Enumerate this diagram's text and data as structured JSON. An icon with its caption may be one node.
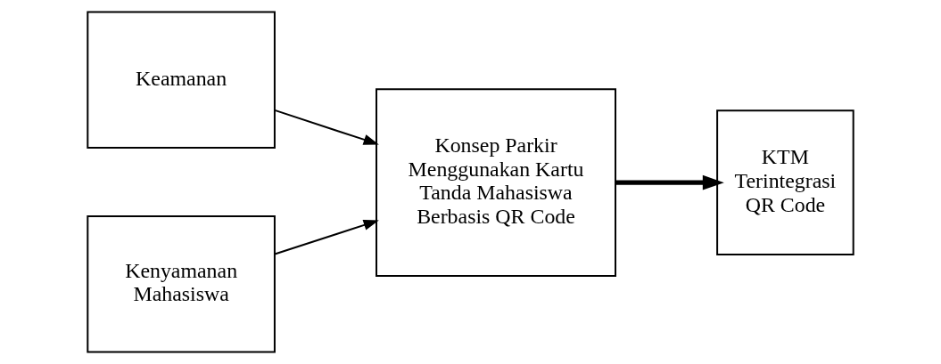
{
  "diagram": {
    "nodes": [
      {
        "text": [
          "Keamanan"
        ]
      },
      {
        "text": [
          "Kenyamanan Mahasiswa"
        ]
      },
      {
        "text": [
          "Konsep Parkir Menggunakan Kartu Tanda Mahasiswa Berbasis QR Code"
        ]
      },
      {
        "text": [
          "KTM Terintegrasi QR Code"
        ]
      }
    ],
    "edges": [
      {
        "from": 0,
        "to": 2,
        "arrow": "to"
      },
      {
        "from": 1,
        "to": 2,
        "arrow": "to"
      },
      {
        "from": 2,
        "to": 3,
        "arrow": "to",
        "style": "thick"
      }
    ]
  }
}
